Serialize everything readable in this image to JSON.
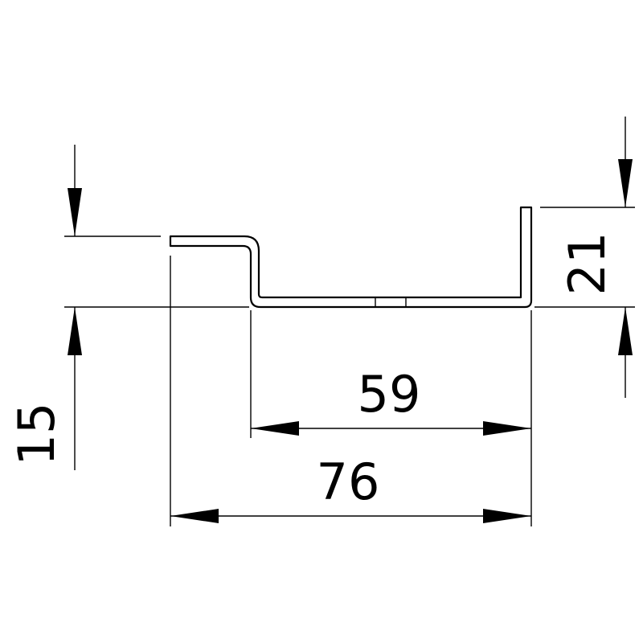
{
  "dimensions": {
    "depth_left": "15",
    "depth_right": "21",
    "inner_width": "59",
    "overall_width": "76"
  },
  "colors": {
    "line": "#000000",
    "background": "#ffffff"
  }
}
